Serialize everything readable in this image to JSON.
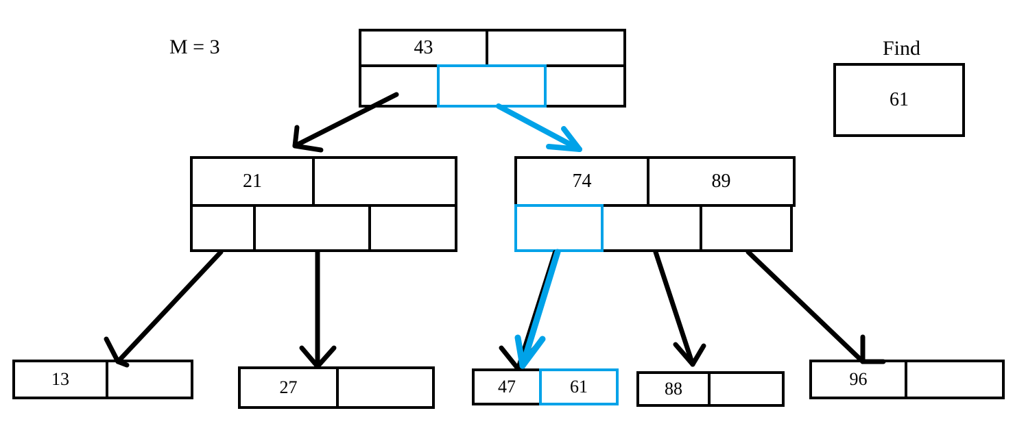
{
  "diagram": {
    "title_label": "M = 3",
    "find_label": "Find",
    "find_value": "61",
    "accent_color": "#00A2E8",
    "line_color": "#000000",
    "background_color": "#FFFFFF"
  },
  "tree": {
    "root": {
      "name": "root-node",
      "keys": [
        {
          "value": "43",
          "highlighted": false
        },
        {
          "value": "",
          "highlighted": false
        }
      ],
      "pointers": [
        {
          "label": "",
          "highlighted": false
        },
        {
          "label": "",
          "highlighted": true
        },
        {
          "label": "",
          "highlighted": false
        }
      ]
    },
    "internal": [
      {
        "name": "internal-node-left",
        "keys": [
          {
            "value": "21",
            "highlighted": false
          },
          {
            "value": "",
            "highlighted": false
          }
        ],
        "pointers": [
          {
            "label": "",
            "highlighted": false
          },
          {
            "label": "",
            "highlighted": false
          },
          {
            "label": "",
            "highlighted": false
          }
        ]
      },
      {
        "name": "internal-node-right",
        "keys": [
          {
            "value": "74",
            "highlighted": false
          },
          {
            "value": "89",
            "highlighted": false
          }
        ],
        "pointers": [
          {
            "label": "",
            "highlighted": true
          },
          {
            "label": "",
            "highlighted": false
          },
          {
            "label": "",
            "highlighted": false
          }
        ]
      }
    ],
    "leaves": [
      {
        "name": "leaf-node-13",
        "cells": [
          {
            "value": "13",
            "highlighted": false
          },
          {
            "value": "",
            "highlighted": false
          }
        ]
      },
      {
        "name": "leaf-node-27",
        "cells": [
          {
            "value": "27",
            "highlighted": false
          },
          {
            "value": "",
            "highlighted": false
          }
        ]
      },
      {
        "name": "leaf-node-47-61",
        "cells": [
          {
            "value": "47",
            "highlighted": false
          },
          {
            "value": "61",
            "highlighted": true
          }
        ]
      },
      {
        "name": "leaf-node-88",
        "cells": [
          {
            "value": "88",
            "highlighted": false
          },
          {
            "value": "",
            "highlighted": false
          }
        ]
      },
      {
        "name": "leaf-node-96",
        "cells": [
          {
            "value": "96",
            "highlighted": false
          },
          {
            "value": "",
            "highlighted": false
          }
        ]
      }
    ],
    "edges": [
      {
        "name": "edge-root-to-left-internal",
        "color": "#000000"
      },
      {
        "name": "edge-root-to-right-internal",
        "color": "#00A2E8"
      },
      {
        "name": "edge-left-internal-to-leaf-13",
        "color": "#000000"
      },
      {
        "name": "edge-left-internal-to-leaf-27",
        "color": "#000000"
      },
      {
        "name": "edge-right-internal-to-leaf-47-61",
        "color": "#00A2E8"
      },
      {
        "name": "edge-right-internal-to-leaf-88",
        "color": "#000000"
      },
      {
        "name": "edge-right-internal-to-leaf-96",
        "color": "#000000"
      }
    ]
  }
}
